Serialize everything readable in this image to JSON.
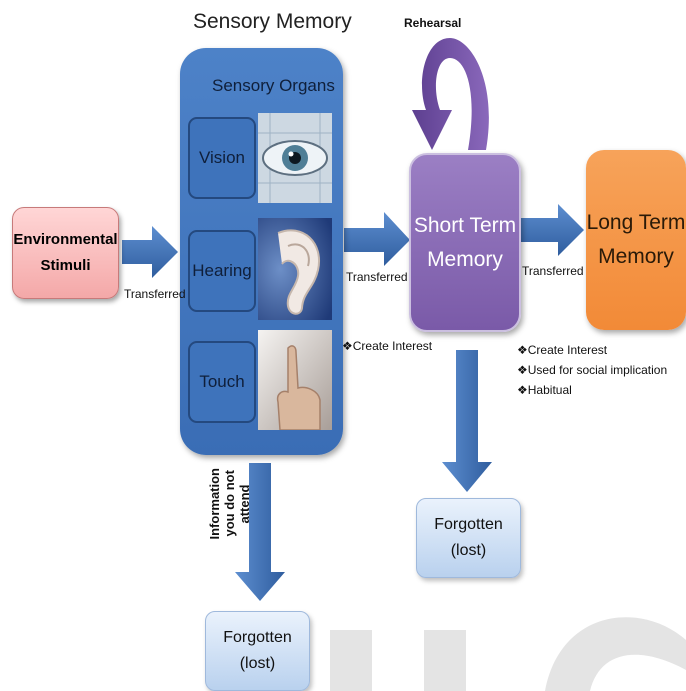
{
  "titles": {
    "sensory_memory": "Sensory Memory"
  },
  "sensory_organs": {
    "heading": "Sensory Organs",
    "organs": [
      "Vision",
      "Hearing",
      "Touch"
    ]
  },
  "boxes": {
    "environmental_line1": "Environmental",
    "environmental_line2": "Stimuli",
    "stm_line1": "Short Term",
    "stm_line2": "Memory",
    "ltm_line1": "Long Term",
    "ltm_line2": "Memory",
    "forgotten_line1": "Forgotten",
    "forgotten_line2": "(lost)"
  },
  "labels": {
    "transferred": "Transferred",
    "rehearsal": "Rehearsal",
    "not_attend_line1": "Information",
    "not_attend_line2": "you do not",
    "not_attend_line3": "attend",
    "sensory_note": "❖Create Interest"
  },
  "stm_notes": [
    "❖Create Interest",
    "❖Used for social implication",
    "❖Habitual"
  ],
  "colors": {
    "arrow": "#3f6fb4",
    "sensory": "#3a6db5",
    "environmental": "#f4a8a8",
    "stm": "#7a5aa8",
    "ltm": "#f28a37",
    "forgotten": "#b9d1ee",
    "rehearsal_arrow": "#6a4a9c"
  },
  "icons": {
    "vision": "eye-image",
    "hearing": "ear-image",
    "touch": "finger-image"
  }
}
